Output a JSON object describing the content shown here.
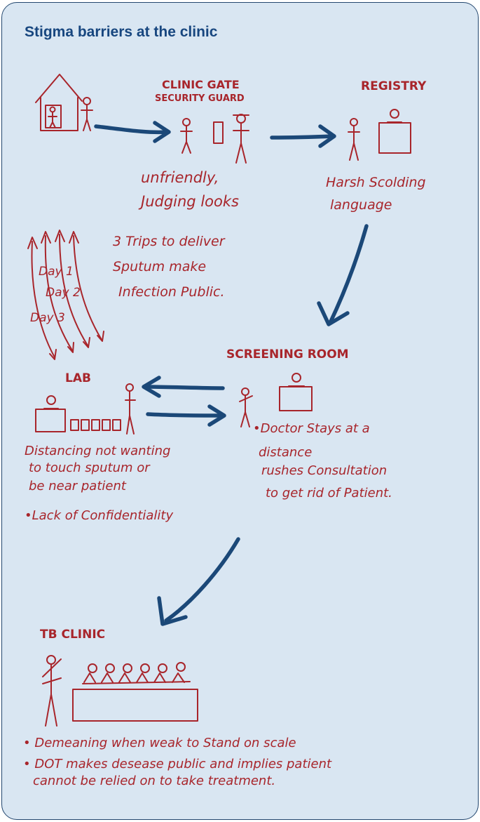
{
  "title": "Stigma barriers at the clinic",
  "stations": {
    "gate": {
      "heading_line1": "CLINIC GATE",
      "heading_line2": "SECURITY GUARD",
      "note_line1": "unfriendly,",
      "note_line2": "Judging looks"
    },
    "registry": {
      "heading": "REGISTRY",
      "note_line1": "Harsh Scolding",
      "note_line2": "language"
    },
    "trips": {
      "note_line1": "3 Trips to deliver",
      "note_line2": "Sputum make",
      "note_line3": "Infection Public.",
      "days": [
        "Day 1",
        "Day 2",
        "Day 3"
      ]
    },
    "screening": {
      "heading": "SCREENING ROOM",
      "note_line1": "•Doctor Stays at a",
      "note_line2": "distance",
      "note_line3": "rushes Consultation",
      "note_line4": "to get rid of Patient."
    },
    "lab": {
      "heading": "LAB",
      "note_line1": "Distancing not wanting",
      "note_line2": "to touch sputum or",
      "note_line3": "be near patient",
      "note_line4": "•Lack of Confidentiality"
    },
    "tb_clinic": {
      "heading": "TB CLINIC",
      "note_line1": "• Demeaning when weak to Stand on scale",
      "note_line2": "• DOT makes desease public and implies patient",
      "note_line3": "cannot be relied on to take treatment."
    }
  },
  "colors": {
    "panel_bg": "#d9e6f2",
    "border": "#23476f",
    "title": "#17467f",
    "ink": "#a8252b",
    "arrow": "#1b4878"
  }
}
